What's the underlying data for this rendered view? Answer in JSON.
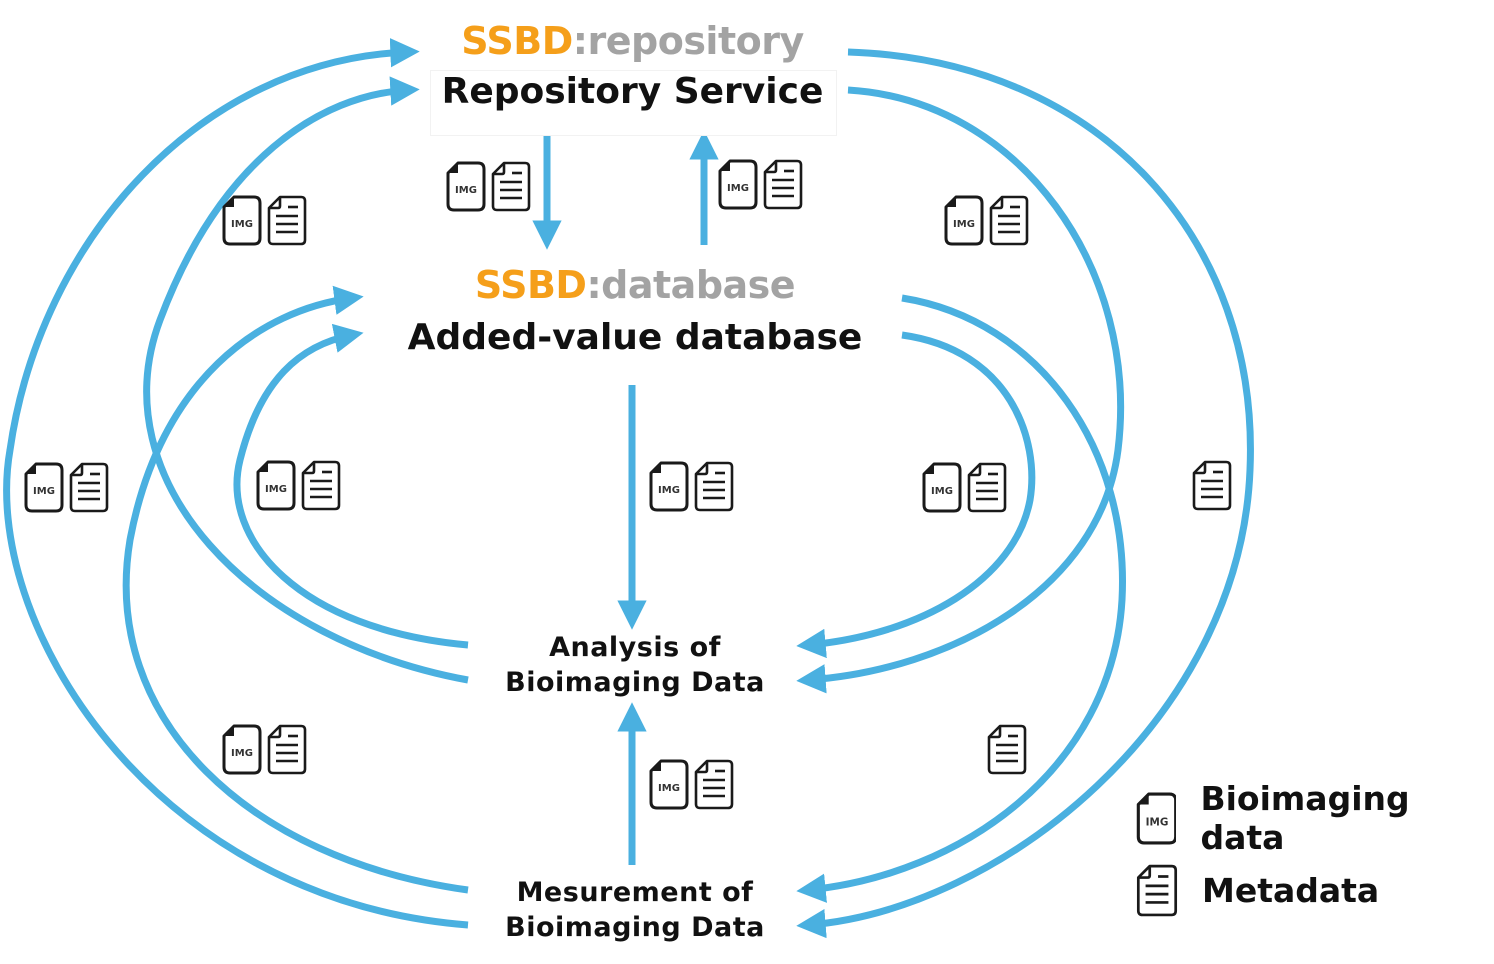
{
  "nodes": {
    "repository": {
      "brand_prefix": "SSBD",
      "brand_suffix": ":repository",
      "title": "Repository Service"
    },
    "database": {
      "brand_prefix": "SSBD",
      "brand_suffix": ":database",
      "title": "Added-value database"
    },
    "analysis": {
      "line1": "Analysis of",
      "line2": "Bioimaging Data"
    },
    "measurement": {
      "line1": "Mesurement of",
      "line2": "Bioimaging Data"
    }
  },
  "icons": {
    "img_label": "IMG"
  },
  "flows": [
    {
      "from": "measurement",
      "to": "repository",
      "carries": [
        "bioimaging-data",
        "metadata"
      ]
    },
    {
      "from": "analysis",
      "to": "repository",
      "carries": [
        "bioimaging-data",
        "metadata"
      ]
    },
    {
      "from": "measurement",
      "to": "database",
      "carries": [
        "bioimaging-data",
        "metadata"
      ]
    },
    {
      "from": "analysis",
      "to": "database",
      "carries": [
        "bioimaging-data",
        "metadata"
      ]
    },
    {
      "from": "repository",
      "to": "database",
      "carries": [
        "bioimaging-data",
        "metadata"
      ]
    },
    {
      "from": "database",
      "to": "repository",
      "carries": [
        "bioimaging-data",
        "metadata"
      ]
    },
    {
      "from": "database",
      "to": "analysis",
      "carries": [
        "bioimaging-data",
        "metadata"
      ]
    },
    {
      "from": "measurement",
      "to": "analysis",
      "carries": [
        "bioimaging-data",
        "metadata"
      ]
    },
    {
      "from": "repository",
      "to": "analysis",
      "carries": [
        "bioimaging-data",
        "metadata"
      ]
    },
    {
      "from": "database",
      "to": "analysis",
      "carries": [
        "bioimaging-data",
        "metadata"
      ]
    },
    {
      "from": "repository",
      "to": "measurement",
      "carries": [
        "metadata"
      ]
    },
    {
      "from": "database",
      "to": "measurement",
      "carries": [
        "metadata"
      ]
    }
  ],
  "legend": {
    "items": [
      {
        "icon": "img-file-icon",
        "label": "Bioimaging data"
      },
      {
        "icon": "metadata-file-icon",
        "label": "Metadata"
      }
    ]
  },
  "colors": {
    "arrow": "#4ab0e0",
    "brand_prefix": "#f59f1a",
    "brand_suffix": "#a3a3a3",
    "text": "#111111",
    "icon_stroke": "#1a1a1a"
  }
}
